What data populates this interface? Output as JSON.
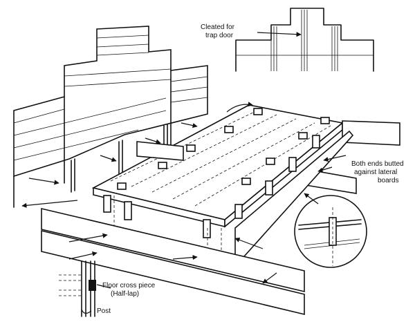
{
  "annotations": {
    "cleated_line1": "Cleated for",
    "cleated_line2": "trap door",
    "butted_line1": "Both ends butted",
    "butted_line2": "against lateral",
    "butted_line3": "boards",
    "cross_line1": "Floor cross piece",
    "cross_line2": "(Half-lap)",
    "post": "Post"
  },
  "colors": {
    "ink": "#111111",
    "paper": "#ffffff"
  }
}
